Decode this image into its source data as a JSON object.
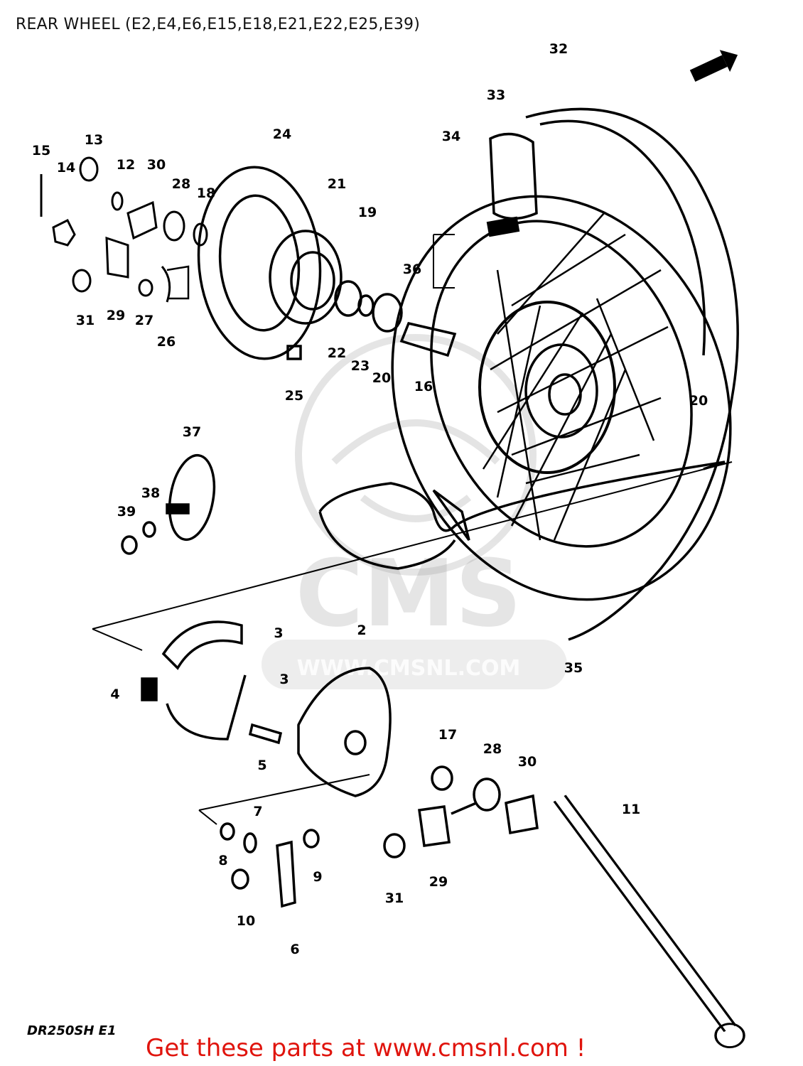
{
  "title": "REAR WHEEL (E2,E4,E6,E15,E18,E21,E22,E25,E39)",
  "model_code": "DR250SH E1",
  "footer": {
    "link_text": "Get these parts at www.cmsnl.com !",
    "link_color": "#e0140d"
  },
  "watermark": {
    "logo_text": "CMS",
    "url_text": "WWW.CMSNL.COM"
  },
  "part_labels": [
    "32",
    "33",
    "34",
    "15",
    "13",
    "14",
    "12",
    "30",
    "28",
    "18",
    "24",
    "21",
    "19",
    "36",
    "31",
    "29",
    "27",
    "26",
    "22",
    "23",
    "20",
    "16",
    "25",
    "20",
    "37",
    "38",
    "39",
    "3",
    "2",
    "3",
    "4",
    "5",
    "35",
    "17",
    "28",
    "30",
    "11",
    "7",
    "8",
    "9",
    "10",
    "6",
    "31",
    "29"
  ]
}
